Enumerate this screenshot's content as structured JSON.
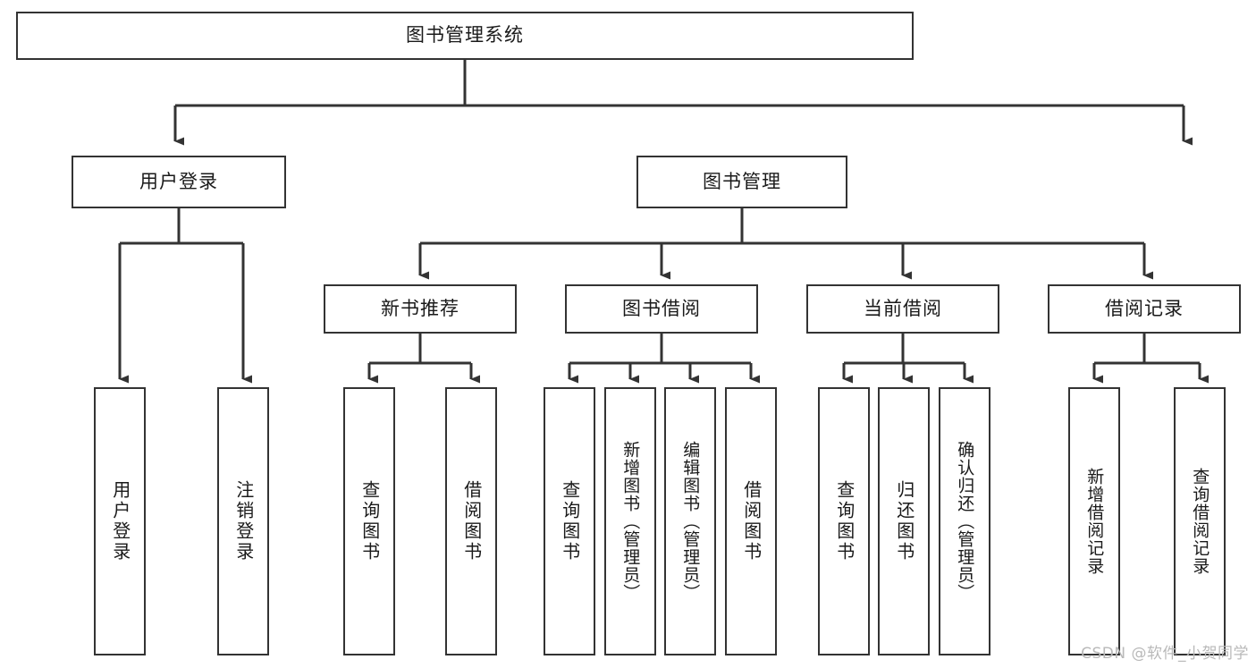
{
  "diagram": {
    "type": "tree",
    "title": "图书管理系统",
    "line_color": "#333333",
    "box_fill": "#ffffff",
    "text_color": "#1a1a1a",
    "watermark": "CSDN @软件_小贺同学"
  },
  "nodes": {
    "root": {
      "label": "图书管理系统"
    },
    "level2": [
      {
        "label": "用户登录"
      },
      {
        "label": "图书管理"
      }
    ],
    "level3": [
      {
        "label": "新书推荐"
      },
      {
        "label": "图书借阅"
      },
      {
        "label": "当前借阅"
      },
      {
        "label": "借阅记录"
      }
    ],
    "leaves_user_login": [
      {
        "label": "用户登录"
      },
      {
        "label": "注销登录"
      }
    ],
    "leaves_new_book": [
      {
        "label": "查询图书"
      },
      {
        "label": "借阅图书"
      }
    ],
    "leaves_borrow": [
      {
        "label": "查询图书"
      },
      {
        "label": "新增图书（管理员）"
      },
      {
        "label": "编辑图书（管理员）"
      },
      {
        "label": "借阅图书"
      }
    ],
    "leaves_current": [
      {
        "label": "查询图书"
      },
      {
        "label": "归还图书"
      },
      {
        "label": "确认归还（管理员）"
      }
    ],
    "leaves_record": [
      {
        "label": "新增借阅记录"
      },
      {
        "label": "查询借阅记录"
      }
    ]
  }
}
